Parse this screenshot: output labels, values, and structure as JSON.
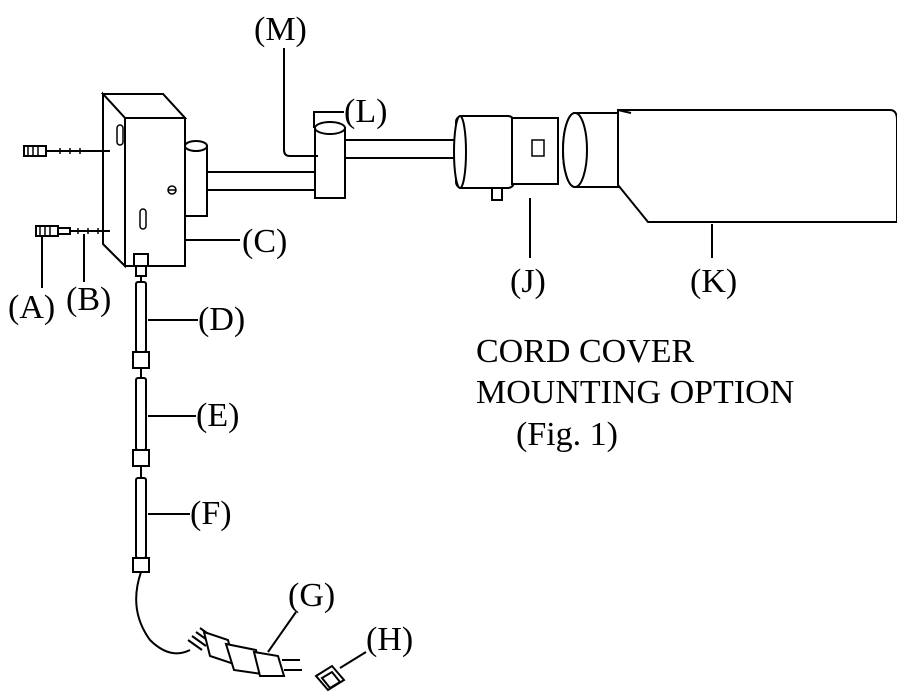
{
  "labels": {
    "A": "(A)",
    "B": "(B)",
    "C": "(C)",
    "D": "(D)",
    "E": "(E)",
    "F": "(F)",
    "G": "(G)",
    "H": "(H)",
    "J": "(J)",
    "K": "(K)",
    "L": "(L)",
    "M": "(M)"
  },
  "caption": {
    "line1": "CORD COVER",
    "line2": "MOUNTING OPTION",
    "line3": "(Fig. 1)"
  }
}
